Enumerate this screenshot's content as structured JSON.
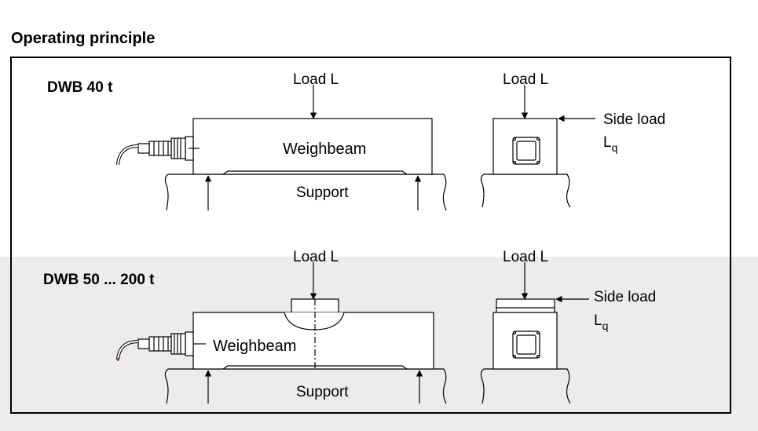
{
  "heading": "Operating principle",
  "top_panel": {
    "model": "DWB 40 t",
    "side_view": {
      "load": "Load L",
      "beam": "Weighbeam",
      "support": "Support"
    },
    "end_view": {
      "load": "Load L",
      "side_load": "Side load",
      "side_load_symbol": "L",
      "side_load_subscript": "q"
    }
  },
  "bottom_panel": {
    "model": "DWB 50 ... 200 t",
    "side_view": {
      "load": "Load L",
      "beam": "Weighbeam",
      "support": "Support"
    },
    "end_view": {
      "load": "Load L",
      "side_load": "Side load",
      "side_load_symbol": "L",
      "side_load_subscript": "q"
    }
  },
  "colors": {
    "line": "#000000",
    "band": "#ececec",
    "cable_tip": "#c0392b"
  }
}
